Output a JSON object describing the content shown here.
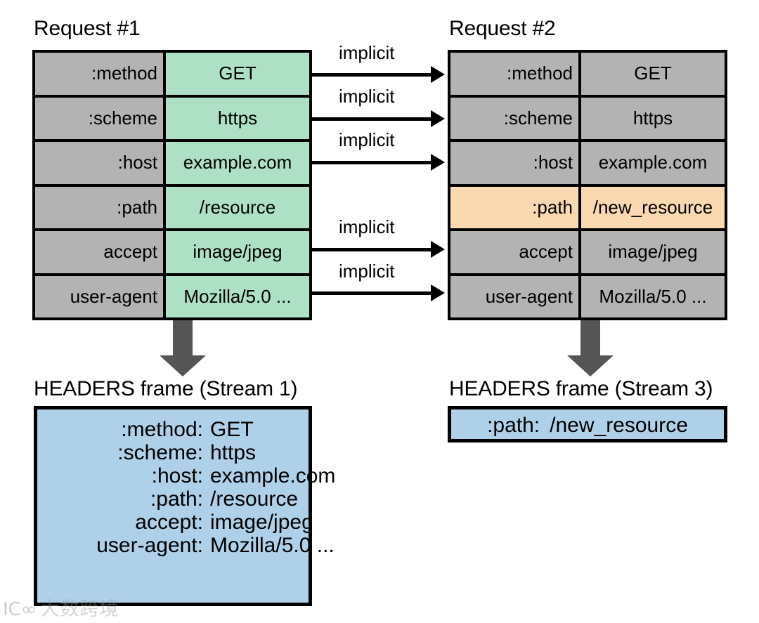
{
  "diagram": {
    "title": "HTTP/2 HPACK header compression across two requests",
    "colors": {
      "key_cell": "#b3b3b3",
      "value_cell_green": "#ade0c4",
      "value_cell_gray": "#b3b3b3",
      "highlight_peach": "#fbd9b0",
      "frame_blue": "#aed0e8",
      "arrow_gray": "#555555",
      "border_black": "#000000"
    }
  },
  "request1": {
    "title": "Request #1",
    "rows": [
      {
        "key": ":method",
        "value": "GET"
      },
      {
        "key": ":scheme",
        "value": "https"
      },
      {
        "key": ":host",
        "value": "example.com"
      },
      {
        "key": ":path",
        "value": "/resource"
      },
      {
        "key": "accept",
        "value": "image/jpeg"
      },
      {
        "key": "user-agent",
        "value": "Mozilla/5.0 ..."
      }
    ]
  },
  "request2": {
    "title": "Request #2",
    "rows": [
      {
        "key": ":method",
        "value": "GET",
        "highlighted": false
      },
      {
        "key": ":scheme",
        "value": "https",
        "highlighted": false
      },
      {
        "key": ":host",
        "value": "example.com",
        "highlighted": false
      },
      {
        "key": ":path",
        "value": "/new_resource",
        "highlighted": true
      },
      {
        "key": "accept",
        "value": "image/jpeg",
        "highlighted": false
      },
      {
        "key": "user-agent",
        "value": "Mozilla/5.0 ...",
        "highlighted": false
      }
    ]
  },
  "connectors": {
    "label": "implicit",
    "labels": [
      "implicit",
      "implicit",
      "implicit",
      "implicit",
      "implicit"
    ],
    "from_rows": [
      0,
      1,
      2,
      4,
      5
    ],
    "note_skipped_row": 3
  },
  "frame1": {
    "title": "HEADERS frame (Stream 1)",
    "lines": [
      {
        "key": ":method:",
        "value": "GET"
      },
      {
        "key": ":scheme:",
        "value": "https"
      },
      {
        "key": ":host:",
        "value": "example.com"
      },
      {
        "key": ":path:",
        "value": "/resource"
      },
      {
        "key": "accept:",
        "value": "image/jpeg"
      },
      {
        "key": "user-agent:",
        "value": "Mozilla/5.0 ..."
      }
    ]
  },
  "frame2": {
    "title": "HEADERS frame (Stream 3)",
    "lines": [
      {
        "key": ":path:",
        "value": "/new_resource"
      }
    ]
  },
  "watermark": {
    "logo": "IC∞",
    "text": "大数跨境"
  }
}
